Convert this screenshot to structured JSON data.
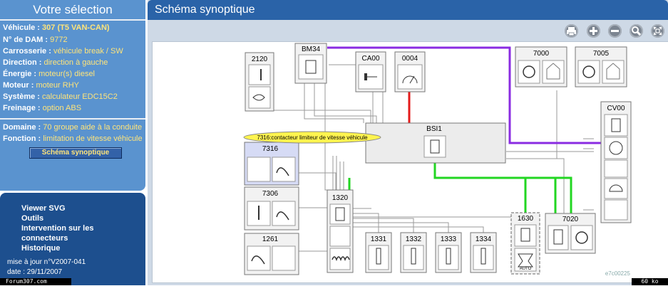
{
  "selection": {
    "title": "Votre sélection",
    "vehicule_label": "Véhicule :",
    "vehicule_value": "307 (T5 VAN-CAN)",
    "dam_label": "N° de DAM :",
    "dam_value": "9772",
    "carrosserie_label": "Carrosserie :",
    "carrosserie_value": "véhicule break / SW",
    "direction_label": "Direction :",
    "direction_value": "direction à gauche",
    "energie_label": "Énergie :",
    "energie_value": "moteur(s) diesel",
    "moteur_label": "Moteur :",
    "moteur_value": "moteur RHY",
    "systeme_label": "Système :",
    "systeme_value": "calculateur EDC15C2",
    "freinage_label": "Freinage :",
    "freinage_value": "option ABS",
    "domaine_label": "Domaine :",
    "domaine_value": "70 groupe aide à la conduite",
    "fonction_label": "Fonction :",
    "fonction_value": "limitation de vitesse véhicule",
    "schema_button": "Schéma synoptique"
  },
  "menu": {
    "items": [
      "Viewer SVG",
      "Outils",
      "Intervention sur les",
      "connecteurs",
      "Historique"
    ],
    "update": "mise à jour n°V2007-041",
    "date": "date : 29/11/2007"
  },
  "footer": {
    "forum": "Forum307.com",
    "size": "60 ko"
  },
  "main": {
    "title": "Schéma synoptique",
    "toolbar": [
      "printer-icon",
      "zoom-in-icon",
      "zoom-out-icon",
      "search-icon",
      "fullscreen-icon"
    ]
  },
  "diagram": {
    "tooltip": "7316:contacteur limiteur de vitesse véhicule",
    "reference": "e7c00225",
    "components": {
      "c2120": "2120",
      "bm34": "BM34",
      "ca00": "CA00",
      "c0004": "0004",
      "c7000": "7000",
      "c7005": "7005",
      "cv00": "CV00",
      "bsi1": "BSI1",
      "c7316": "7316",
      "c7306": "7306",
      "c1320": "1320",
      "c1261": "1261",
      "c1331": "1331",
      "c1332": "1332",
      "c1333": "1333",
      "c1334": "1334",
      "c1630": "1630",
      "c7020": "7020"
    },
    "auto_label": "AUTO",
    "colors": {
      "can_vehicle": "#8a2be2",
      "can_engine": "#22d622",
      "power": "#e41b1b",
      "wire": "#9a9a9a",
      "tooltip_bg": "#fff44f"
    }
  }
}
